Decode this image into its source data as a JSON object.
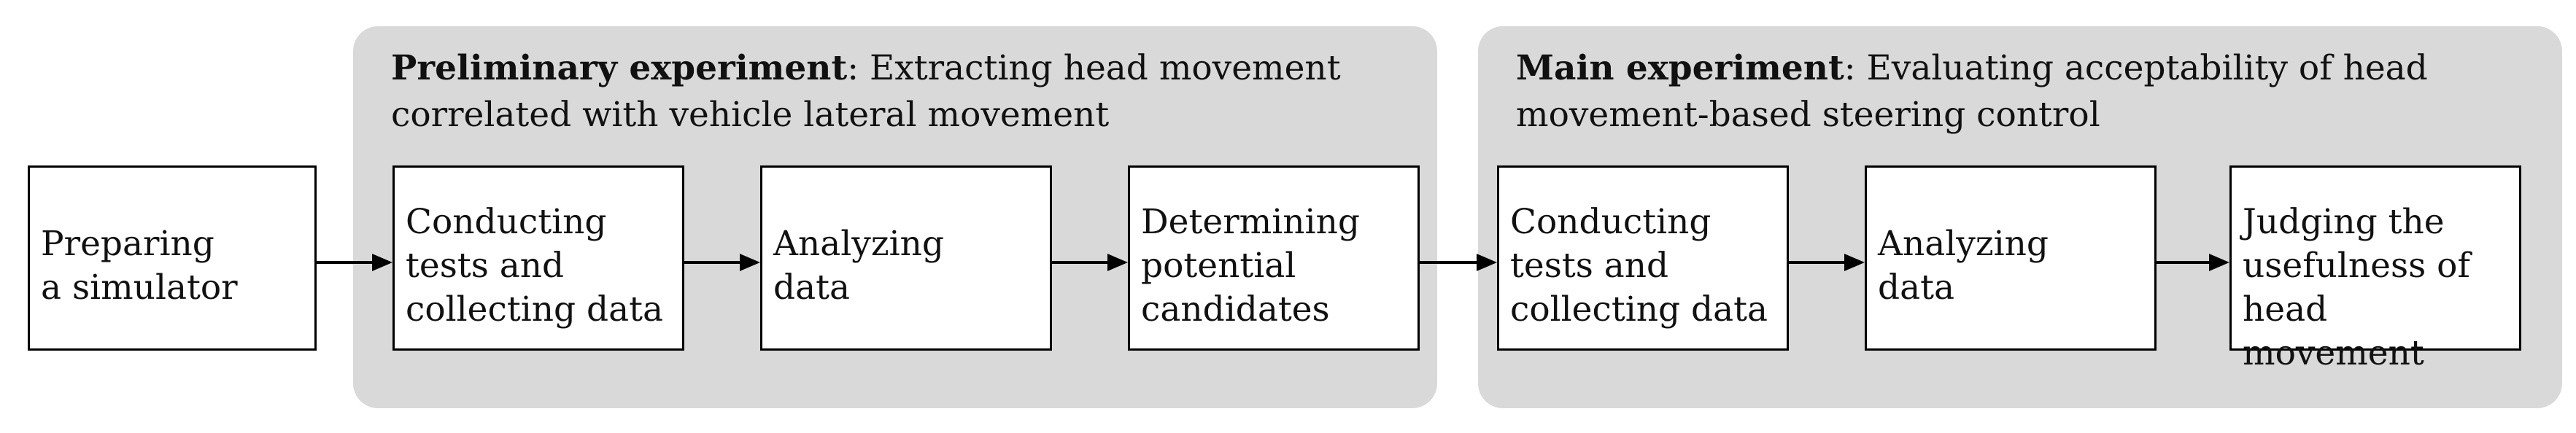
{
  "colors": {
    "panel_fill": "#d9d9d9",
    "box_fill": "#ffffff",
    "line": "#000000"
  },
  "start": {
    "label": "Preparing\na simulator"
  },
  "preliminary": {
    "title_bold": "Preliminary experiment",
    "title_rest": ": Extracting head movement\ncorrelated with vehicle lateral movement",
    "steps": [
      "Conducting\ntests and\ncollecting data",
      "Analyzing\ndata",
      "Determining\npotential\ncandidates"
    ]
  },
  "main": {
    "title_bold": "Main experiment",
    "title_rest": ": Evaluating acceptability of head\nmovement-based steering control",
    "steps": [
      "Conducting\ntests and\ncollecting data",
      "Analyzing\ndata",
      "Judging the\nusefulness of\nhead movement"
    ]
  }
}
